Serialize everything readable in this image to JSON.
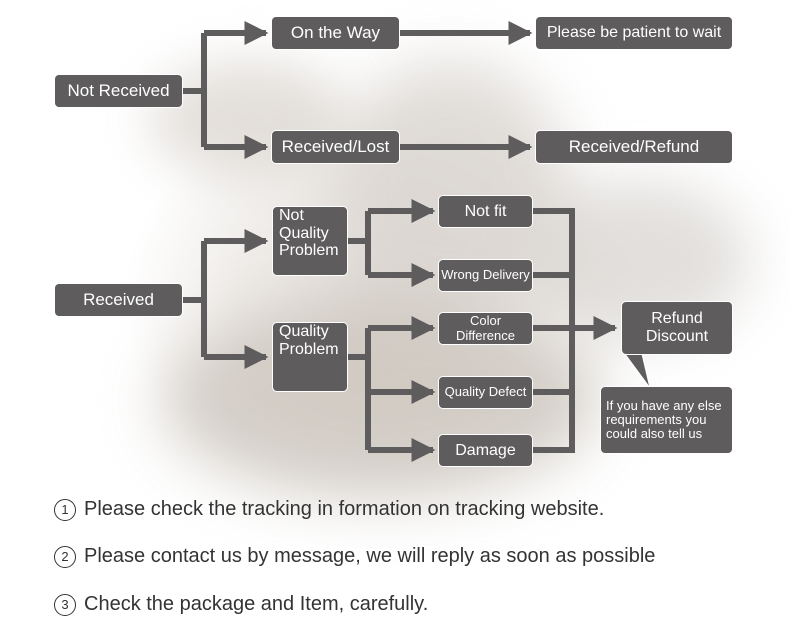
{
  "colors": {
    "box": "#5e5c5c",
    "connector": "#5e5c5c",
    "text": "#ffffff",
    "note_text": "#333333"
  },
  "flow": {
    "not_received": "Not Received",
    "on_the_way": "On the Way",
    "please_wait": "Please be patient to wait",
    "received_lost": "Received/Lost",
    "received_refund": "Received/Refund",
    "received": "Received",
    "not_quality_problem": [
      "Not",
      "Quality",
      "Problem"
    ],
    "quality_problem": [
      "Quality",
      "Problem"
    ],
    "not_fit": "Not fit",
    "wrong_delivery": "Wrong Delivery",
    "color_difference": "Color Difference",
    "quality_defect": "Quality Defect",
    "damage": "Damage",
    "refund_discount": [
      "Refund",
      "Discount"
    ],
    "callout": [
      "If you have any else",
      "requirements you",
      "could also tell us"
    ]
  },
  "notes": [
    {
      "number": "1",
      "text": "Please check the tracking in formation on tracking website."
    },
    {
      "number": "2",
      "text": "Please contact us by message, we will reply as soon as possible"
    },
    {
      "number": "3",
      "text": "Check the package and Item, carefully."
    }
  ]
}
